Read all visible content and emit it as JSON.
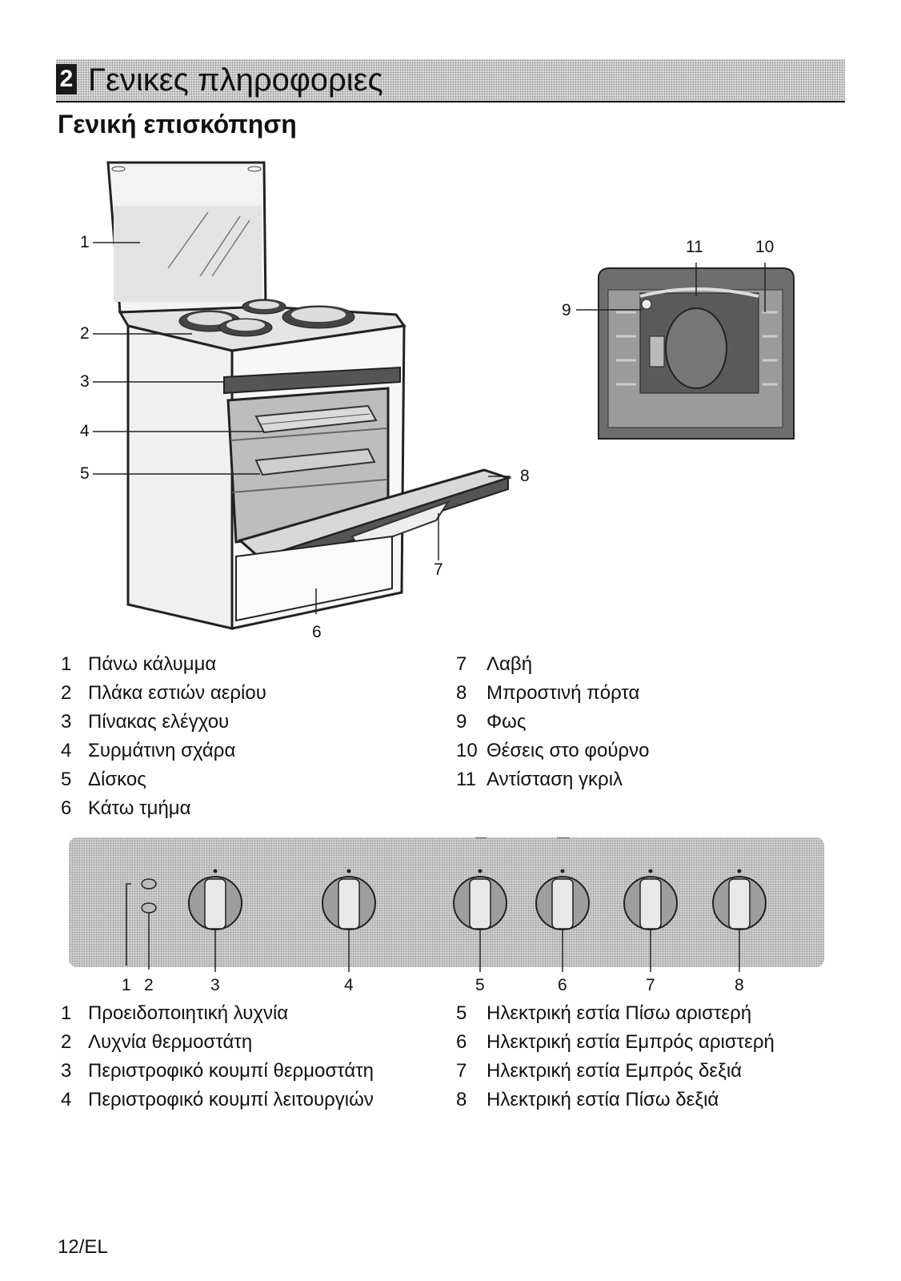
{
  "section": {
    "number": "2",
    "title": "Γενικες πληροφοριες"
  },
  "subtitle": "Γενική επισκόπηση",
  "oven_figure": {
    "callouts": [
      "1",
      "2",
      "3",
      "4",
      "5",
      "6",
      "7",
      "8"
    ]
  },
  "interior_figure": {
    "callouts": [
      "9",
      "11",
      "10"
    ]
  },
  "oven_legend_left": [
    {
      "num": "1",
      "label": "Πάνω κάλυμμα"
    },
    {
      "num": "2",
      "label": "Πλάκα εστιών αερίου"
    },
    {
      "num": "3",
      "label": "Πίνακας ελέγχου"
    },
    {
      "num": "4",
      "label": "Συρμάτινη σχάρα"
    },
    {
      "num": "5",
      "label": "Δίσκος"
    },
    {
      "num": "6",
      "label": "Κάτω τμήμα"
    }
  ],
  "oven_legend_right": [
    {
      "num": "7",
      "label": "Λαβή"
    },
    {
      "num": "8",
      "label": "Μπροστινή πόρτα"
    },
    {
      "num": "9",
      "label": "Φως"
    },
    {
      "num": "10",
      "label": "Θέσεις στο φούρνο"
    },
    {
      "num": "11",
      "label": "Αντίσταση γκριλ"
    }
  ],
  "panel": {
    "callouts": [
      "1",
      "2",
      "3",
      "4",
      "5",
      "6",
      "7",
      "8"
    ]
  },
  "panel_legend_left": [
    {
      "num": "1",
      "label": "Προειδοποιητική λυχνία"
    },
    {
      "num": "2",
      "label": "Λυχνία θερμοστάτη"
    },
    {
      "num": "3",
      "label": "Περιστροφικό κουμπί θερμοστάτη"
    },
    {
      "num": "4",
      "label": "Περιστροφικό κουμπί λειτουργιών"
    }
  ],
  "panel_legend_right": [
    {
      "num": "5",
      "label": "Ηλεκτρική εστία Πίσω αριστερή"
    },
    {
      "num": "6",
      "label": "Ηλεκτρική εστία Εμπρός αριστερή"
    },
    {
      "num": "7",
      "label": "Ηλεκτρική εστία Εμπρός δεξιά"
    },
    {
      "num": "8",
      "label": "Ηλεκτρική εστία Πίσω δεξιά"
    }
  ],
  "footer": "12/EL"
}
